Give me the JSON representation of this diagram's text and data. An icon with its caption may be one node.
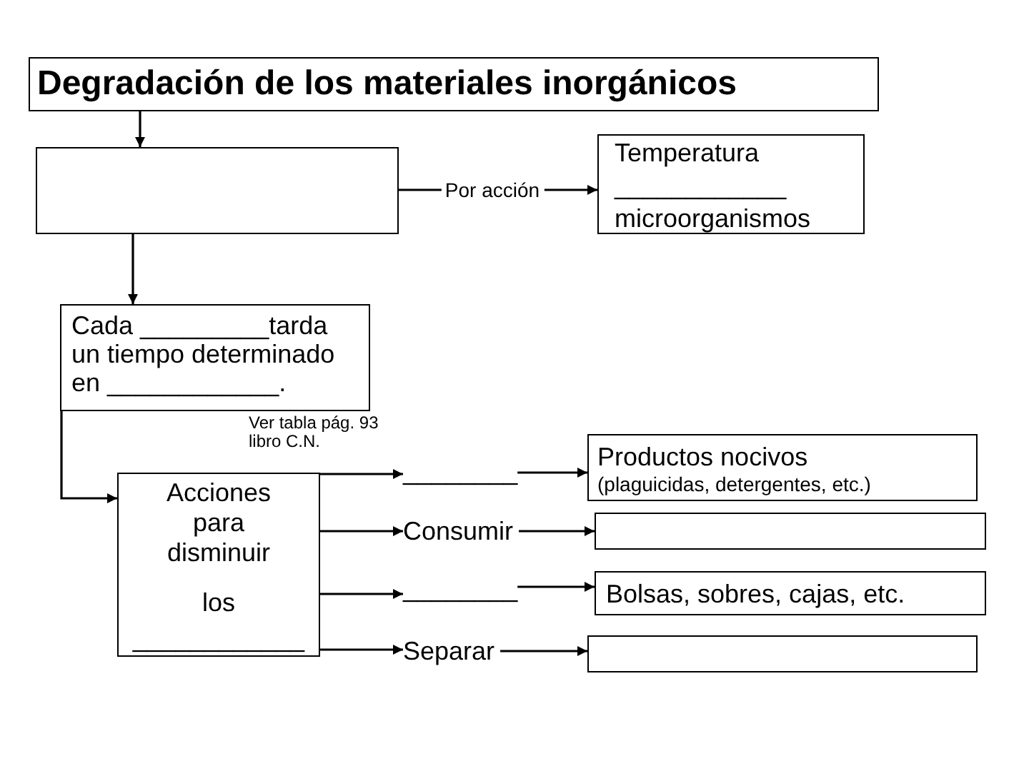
{
  "diagram": {
    "nodes": [
      {
        "text": [
          "Degradación de los materiales inorgánicos"
        ]
      },
      {
        "text": [],
        "shape": "box"
      },
      {
        "text": [
          "Temperatura",
          "____________",
          "microorganismos"
        ]
      },
      {
        "text": [
          "Cada _________tarda un tiempo determinado en ____________."
        ],
        "beside": [
          "Ver tabla pág. 93 libro C.N."
        ]
      },
      {
        "text": [
          "Acciones para disminuir",
          "los",
          "____________"
        ]
      },
      {
        "text": [
          "________"
        ]
      },
      {
        "text": [
          "Productos nocivos",
          "(plaguicidas, detergentes, etc.)"
        ]
      },
      {
        "text": [
          "Consumir"
        ]
      },
      {
        "text": [],
        "shape": "box"
      },
      {
        "text": [
          "________"
        ]
      },
      {
        "text": [
          "Bolsas, sobres, cajas, etc."
        ]
      },
      {
        "text": [
          "Separar"
        ]
      },
      {
        "text": [],
        "shape": "box"
      }
    ],
    "edges": [
      {
        "from": 0,
        "to": 1,
        "arrow": "to"
      },
      {
        "from": 1,
        "to": 2,
        "arrow": "to",
        "label": "Por acción"
      },
      {
        "from": 1,
        "to": 3,
        "arrow": "to"
      },
      {
        "from": 3,
        "to": 4,
        "arrow": "to"
      },
      {
        "from": 4,
        "to": 5,
        "arrow": "to"
      },
      {
        "from": 5,
        "to": 6,
        "arrow": "to"
      },
      {
        "from": 4,
        "to": 7,
        "arrow": "to"
      },
      {
        "from": 7,
        "to": 8,
        "arrow": "to"
      },
      {
        "from": 4,
        "to": 9,
        "arrow": "to"
      },
      {
        "from": 9,
        "to": 10,
        "arrow": "to"
      },
      {
        "from": 4,
        "to": 11,
        "arrow": "to"
      },
      {
        "from": 11,
        "to": 12,
        "arrow": "to"
      }
    ]
  }
}
